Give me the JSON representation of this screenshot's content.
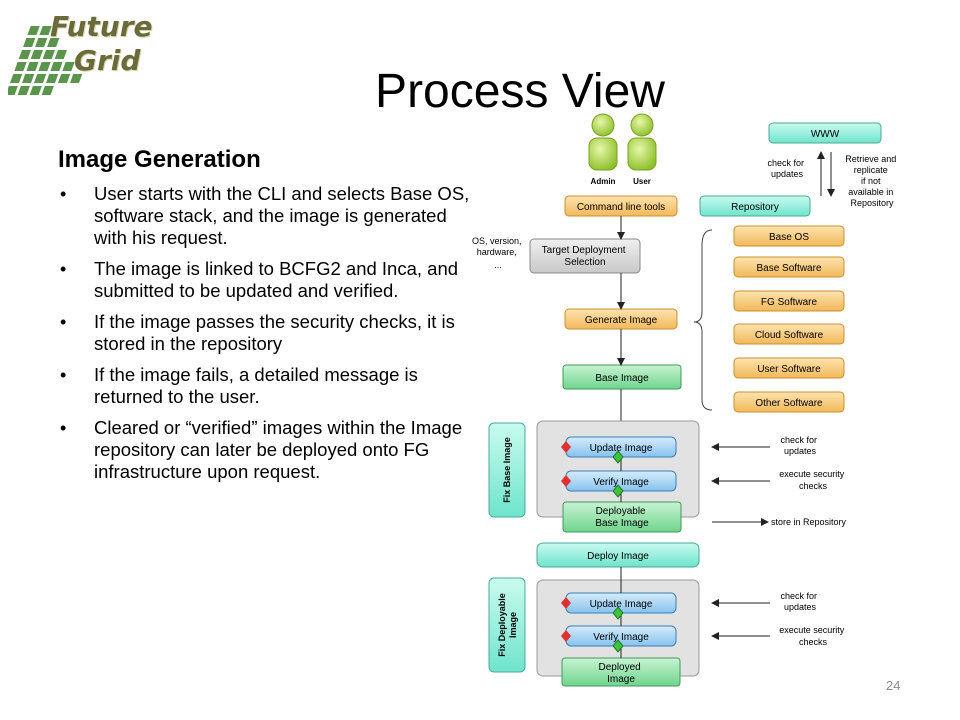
{
  "logo": {
    "line1": "Future",
    "line2": "Grid"
  },
  "title": "Process View",
  "subhead": "Image Generation",
  "bullets": [
    "User starts with the CLI and selects Base OS, software stack, and the image is generated with his request.",
    "The image is linked to BCFG2 and Inca, and submitted to be updated and verified.",
    "If the image passes the security checks, it is stored in the repository",
    "If the image fails, a detailed message is returned to the user.",
    "Cleared or “verified” images within the Image repository can later be deployed onto FG infrastructure upon request."
  ],
  "slide_number": "24",
  "diagram": {
    "actors": {
      "admin": "Admin",
      "user": "User"
    },
    "www": "WWW",
    "check_for_updates_top": [
      "check for",
      "updates"
    ],
    "retrieve_note": [
      "Retrieve and",
      "replicate",
      "if not",
      "available in",
      "Repository"
    ],
    "command_line_tools": "Command line tools",
    "repository": "Repository",
    "os_note": [
      "OS, version,",
      "hardware,",
      "..."
    ],
    "target_deployment": [
      "Target Deployment",
      "Selection"
    ],
    "generate_image": "Generate Image",
    "base_image": "Base Image",
    "software": [
      "Base OS",
      "Base Software",
      "FG Software",
      "Cloud Software",
      "User Software",
      "Other Software"
    ],
    "fix_base_image": "Fix Base Image",
    "update_image": "Update Image",
    "verify_image": "Verify Image",
    "deployable_base_image": [
      "Deployable",
      "Base Image"
    ],
    "deploy_image": "Deploy Image",
    "fix_deployable_image": [
      "Fix Deployable",
      "Image"
    ],
    "deployed_image": [
      "Deployed",
      "Image"
    ],
    "check_for_updates": [
      "check for",
      "updates"
    ],
    "execute_security_checks": [
      "execute security",
      "checks"
    ],
    "store_in_repository": "store in Repository"
  },
  "colors": {
    "orange": "#f7c97a",
    "green": "#8ee3a6",
    "teal": "#8df0dc",
    "gray": "#dcdcdc",
    "blue": "#9fd1f3"
  }
}
